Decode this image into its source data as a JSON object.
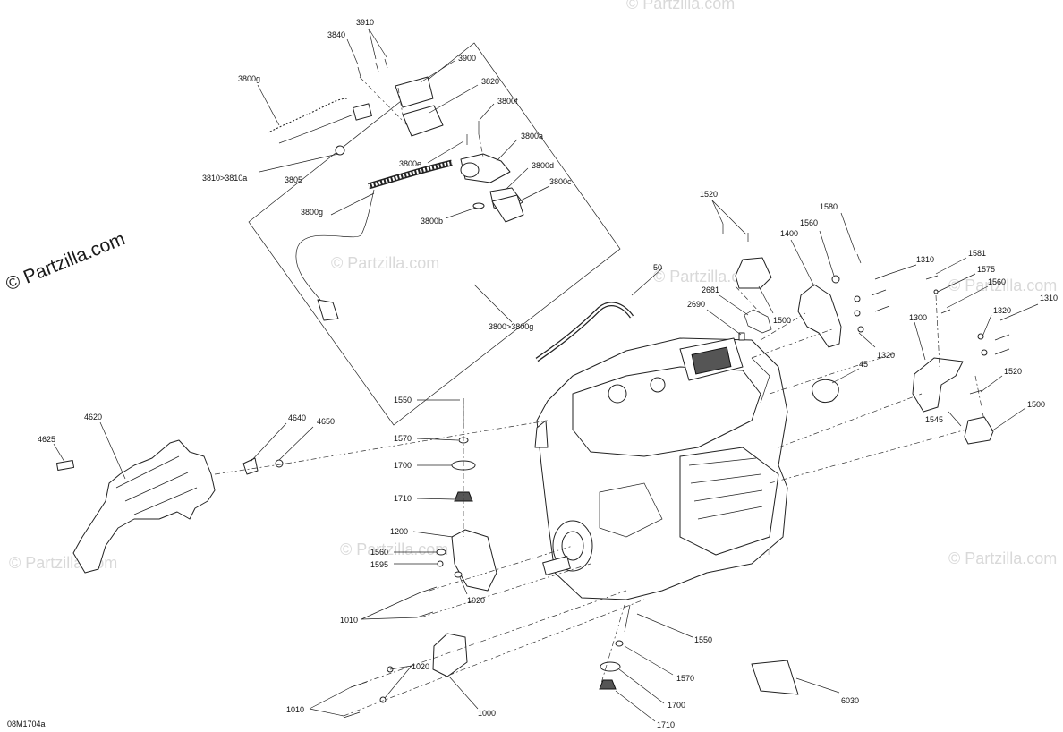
{
  "diagram": {
    "brand": "© Partzilla.com",
    "watermark": "© Partzilla.com",
    "reference": "08M1704a",
    "callouts": [
      "3910",
      "3840",
      "3900",
      "3820",
      "3800g",
      "3800f",
      "3800a",
      "3800e",
      "3800d",
      "3810>3810a",
      "3805",
      "3800c",
      "3800g",
      "3800b",
      "3800>3800g",
      "1520",
      "1580",
      "1560",
      "1400",
      "1310",
      "1581",
      "1575",
      "1560",
      "50",
      "2681",
      "2690",
      "1500",
      "1300",
      "1310",
      "1320",
      "1320",
      "45",
      "1520",
      "1545",
      "1500",
      "1550",
      "1570",
      "1700",
      "1710",
      "4620",
      "4640",
      "4650",
      "4625",
      "1200",
      "1560",
      "1595",
      "1020",
      "1010",
      "1550",
      "1020",
      "1570",
      "1000",
      "1700",
      "1010",
      "1710",
      "6030"
    ]
  }
}
